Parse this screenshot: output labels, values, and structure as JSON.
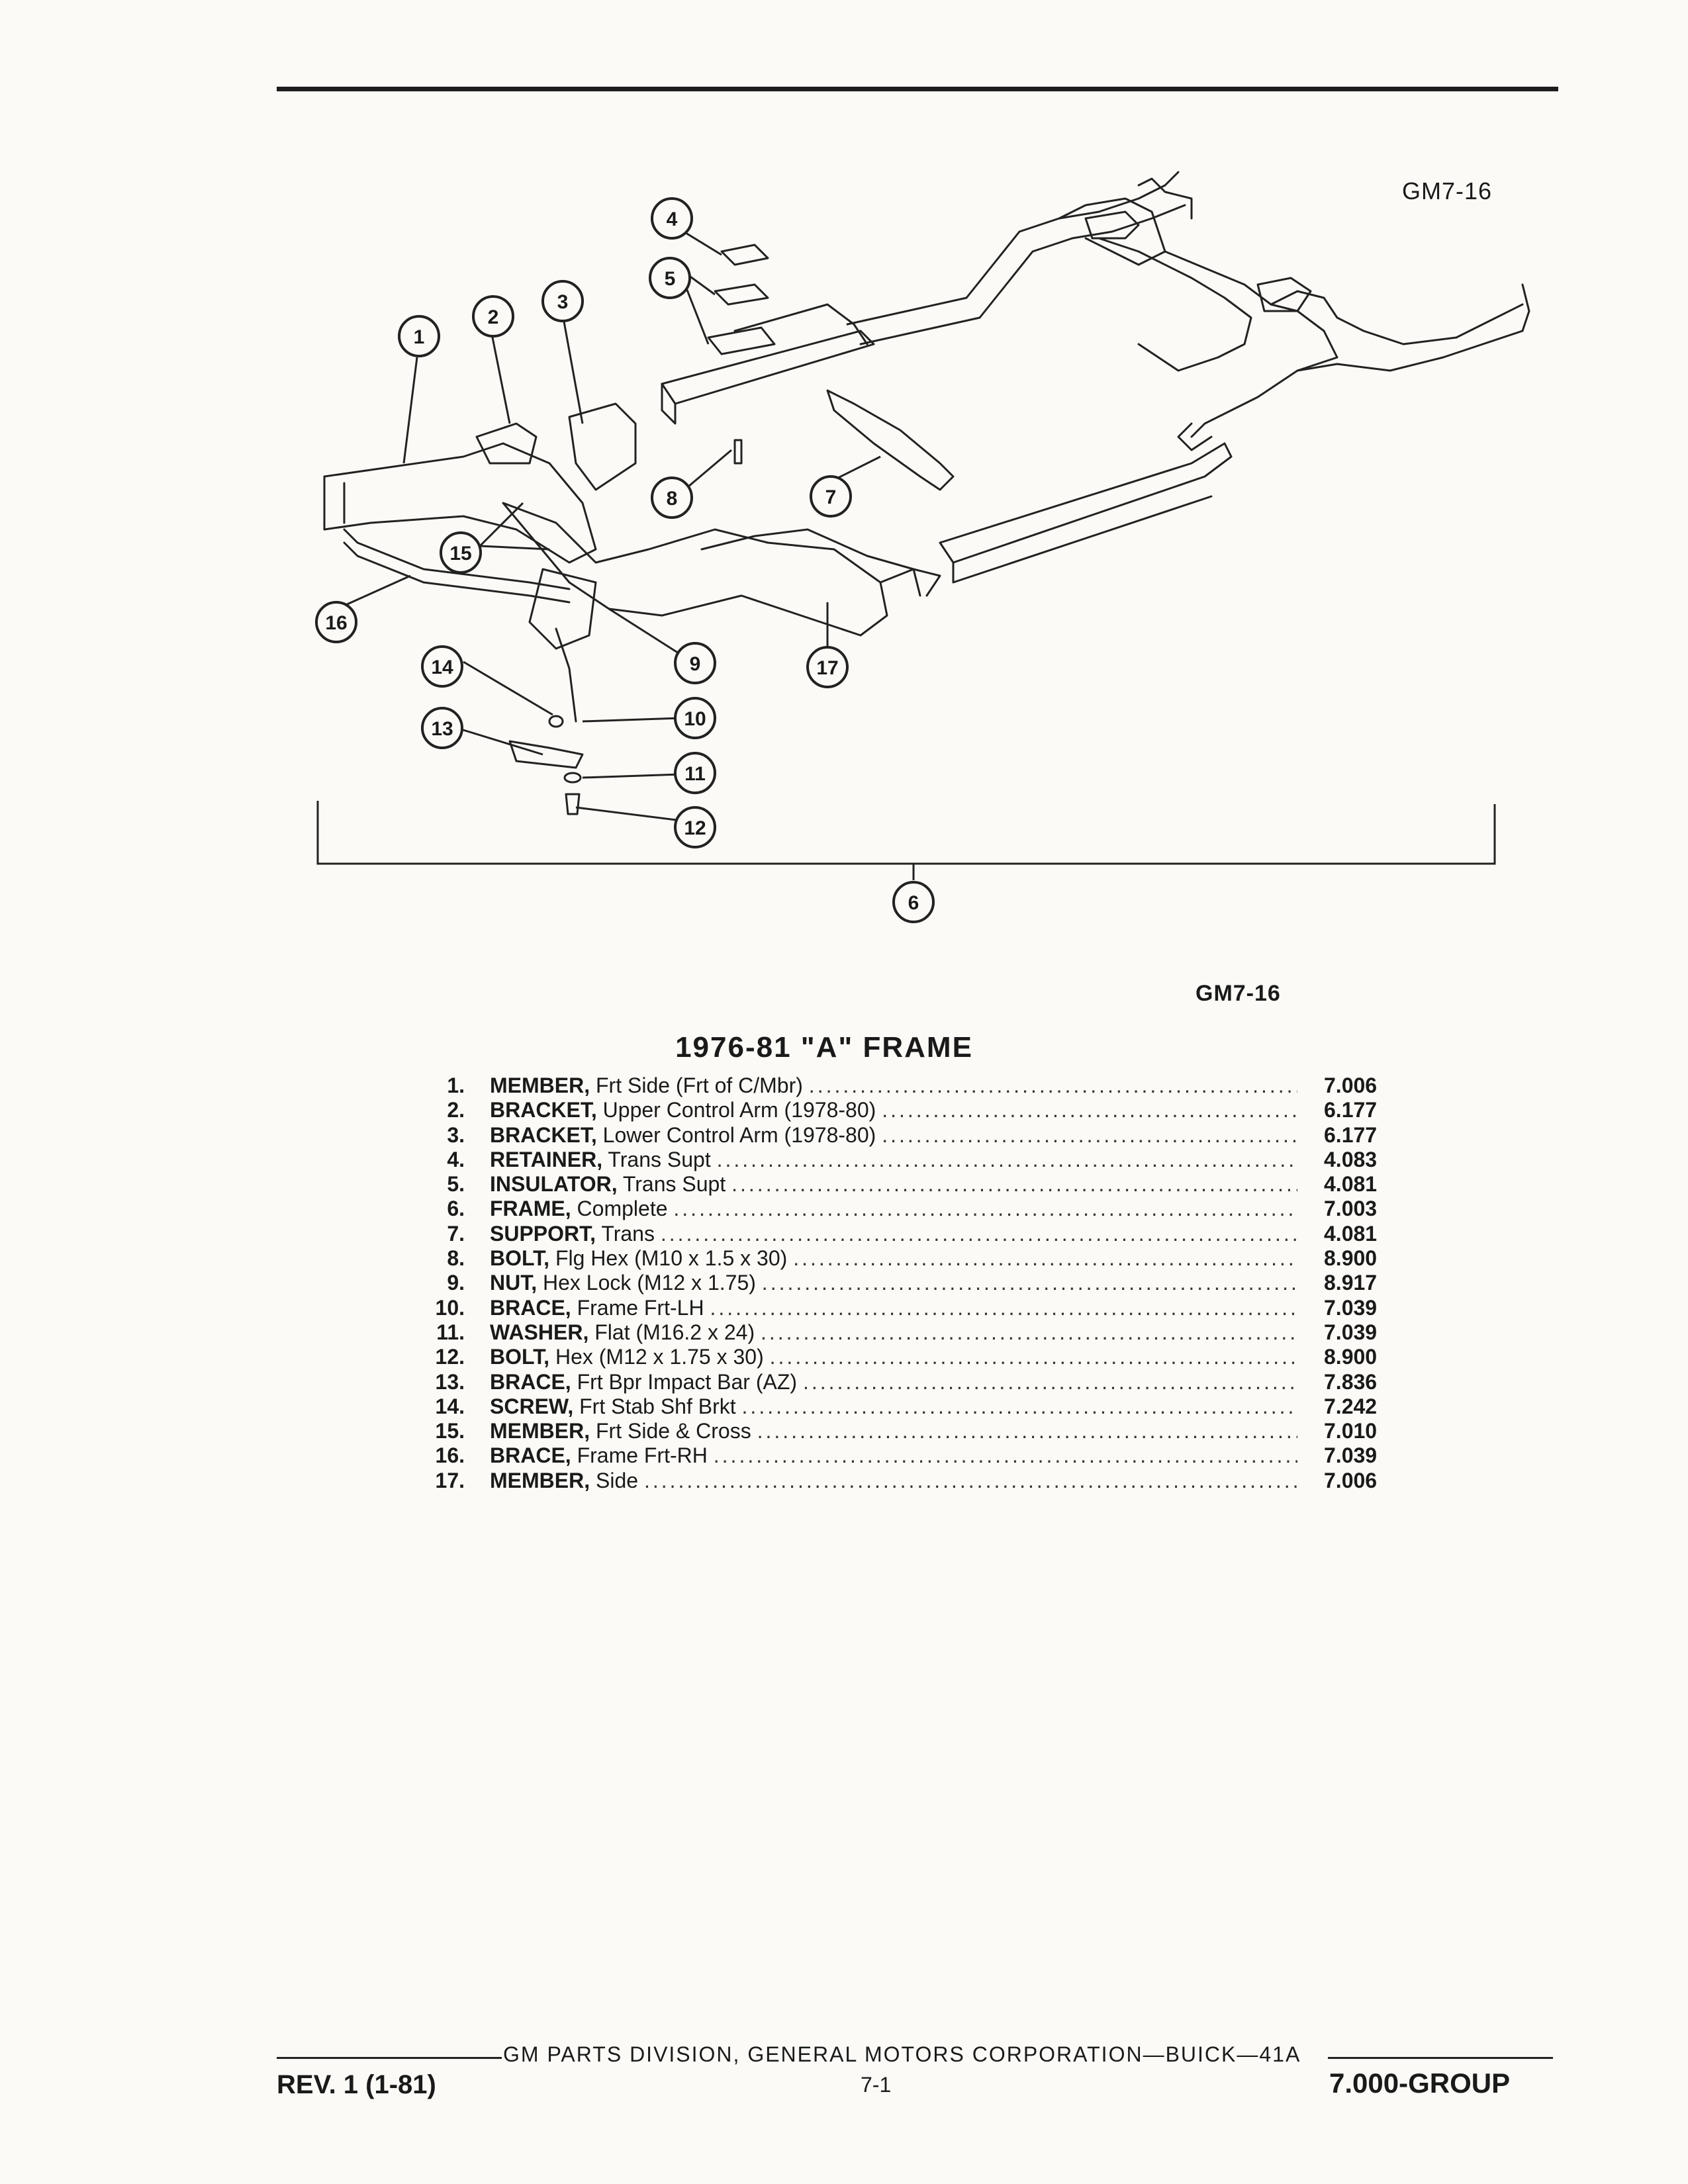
{
  "figure_id_top": "GM7-16",
  "figure_id_bottom": "GM7-16",
  "title": "1976-81 \"A\" FRAME",
  "callouts": [
    "1",
    "2",
    "3",
    "4",
    "5",
    "6",
    "7",
    "8",
    "9",
    "10",
    "11",
    "12",
    "13",
    "14",
    "15",
    "16",
    "17"
  ],
  "parts": [
    {
      "num": "1.",
      "name": "MEMBER,",
      "desc": "Frt Side (Frt of C/Mbr)",
      "group": "7.006"
    },
    {
      "num": "2.",
      "name": "BRACKET,",
      "desc": "Upper Control Arm (1978-80)",
      "group": "6.177"
    },
    {
      "num": "3.",
      "name": "BRACKET,",
      "desc": "Lower Control Arm (1978-80)",
      "group": "6.177"
    },
    {
      "num": "4.",
      "name": "RETAINER,",
      "desc": "Trans Supt",
      "group": "4.083"
    },
    {
      "num": "5.",
      "name": "INSULATOR,",
      "desc": "Trans Supt",
      "group": "4.081"
    },
    {
      "num": "6.",
      "name": "FRAME,",
      "desc": "Complete",
      "group": "7.003"
    },
    {
      "num": "7.",
      "name": "SUPPORT,",
      "desc": "Trans",
      "group": "4.081"
    },
    {
      "num": "8.",
      "name": "BOLT,",
      "desc": "Flg Hex (M10 x 1.5 x 30)",
      "group": "8.900"
    },
    {
      "num": "9.",
      "name": "NUT,",
      "desc": "Hex Lock (M12 x 1.75)",
      "group": "8.917"
    },
    {
      "num": "10.",
      "name": "BRACE,",
      "desc": "Frame Frt-LH",
      "group": "7.039"
    },
    {
      "num": "11.",
      "name": "WASHER,",
      "desc": "Flat (M16.2 x 24)",
      "group": "7.039"
    },
    {
      "num": "12.",
      "name": "BOLT,",
      "desc": "Hex (M12 x 1.75 x 30)",
      "group": "8.900"
    },
    {
      "num": "13.",
      "name": "BRACE,",
      "desc": "Frt Bpr Impact Bar (AZ)",
      "group": "7.836"
    },
    {
      "num": "14.",
      "name": "SCREW,",
      "desc": "Frt Stab Shf Brkt",
      "group": "7.242"
    },
    {
      "num": "15.",
      "name": "MEMBER,",
      "desc": "Frt Side & Cross",
      "group": "7.010"
    },
    {
      "num": "16.",
      "name": "BRACE,",
      "desc": "Frame Frt-RH",
      "group": "7.039"
    },
    {
      "num": "17.",
      "name": "MEMBER,",
      "desc": "Side",
      "group": "7.006"
    }
  ],
  "footer": {
    "corporation": "GM PARTS DIVISION, GENERAL MOTORS CORPORATION—BUICK—41A",
    "revision": "REV. 1 (1-81)",
    "page": "7-1",
    "group": "7.000-GROUP"
  }
}
